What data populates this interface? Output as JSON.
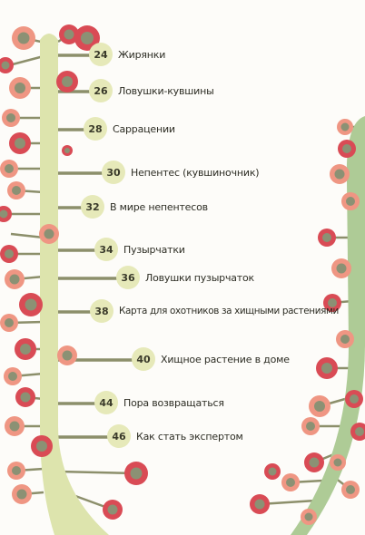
{
  "toc": {
    "entries": [
      {
        "page": "24",
        "title": "Жирянки"
      },
      {
        "page": "26",
        "title": "Ловушки-кувшины"
      },
      {
        "page": "28",
        "title": "Саррацении"
      },
      {
        "page": "30",
        "title": "Непентес (кувшиночник)"
      },
      {
        "page": "32",
        "title": "В мире непентесов"
      },
      {
        "page": "34",
        "title": "Пузырчатки"
      },
      {
        "page": "36",
        "title": "Ловушки пузырчаток"
      },
      {
        "page": "38",
        "title": "Карта для охотников за хищными растениями"
      },
      {
        "page": "40",
        "title": "Хищное растение в доме"
      },
      {
        "page": "44",
        "title": "Пора возвращаться"
      },
      {
        "page": "46",
        "title": "Как стать экспертом"
      }
    ]
  },
  "colors": {
    "stem_left": "#dde4ad",
    "stem_right": "#aecb96",
    "branch": "#8c8f6b",
    "badge": "#e6e9b9",
    "dot_core": "#8b9174",
    "dot_red": "#d94b55",
    "dot_salmon": "#ef9683"
  }
}
